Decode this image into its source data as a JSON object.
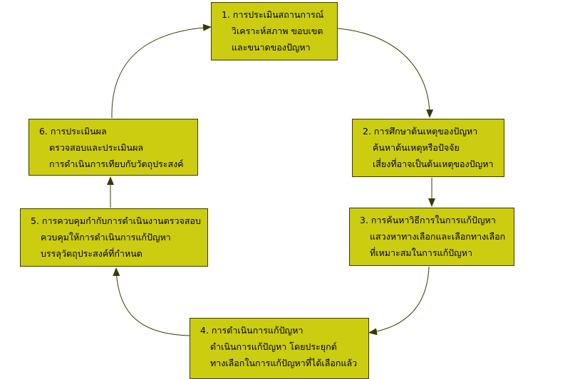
{
  "diagram": {
    "colors": {
      "box_fill": "#cccc11",
      "box_border": "#3a3a00",
      "arrow": "#3a3a00"
    },
    "boxes": [
      {
        "id": "b1",
        "title": "1. การประเมินสถานการณ์",
        "lines": [
          "วิเคราะห์สภาพ  ขอบเขต",
          "และขนาดของปัญหา"
        ]
      },
      {
        "id": "b2",
        "title": "2. การศึกษาต้นเหตุของปัญหา",
        "lines": [
          "ค้นหาต้นเหตุหรือปัจจัย",
          "เสี่ยงที่อาจเป็นต้นเหตุของปัญหา"
        ]
      },
      {
        "id": "b3",
        "title": "3. การค้นหาวิธีการในการแก้ปัญหา",
        "lines": [
          "แสวงหาทางเลือกและเลือกทางเลือก",
          "ที่เหมาะสมในการแก้ปัญหา"
        ]
      },
      {
        "id": "b4",
        "title": "4. การดำเนินการแก้ปัญหา",
        "lines": [
          "ดำเนินการแก้ปัญหา  โดยประยุกต์",
          "ทางเลือกในการแก้ปัญหาที่ได้เลือกแล้ว"
        ]
      },
      {
        "id": "b5",
        "title": "5. การควบคุมกำกับการดำเนินงานตรวจสอบ",
        "lines": [
          "ควบคุมให้การดำเนินการแก้ปัญหา",
          "บรรลุวัตถุประสงค์ที่กำหนด"
        ]
      },
      {
        "id": "b6",
        "title": "6. การประเมินผล",
        "lines": [
          "ตรวจสอบและประเมินผล",
          "การดำเนินการเทียบกับวัตถุประสงค์"
        ]
      }
    ]
  }
}
